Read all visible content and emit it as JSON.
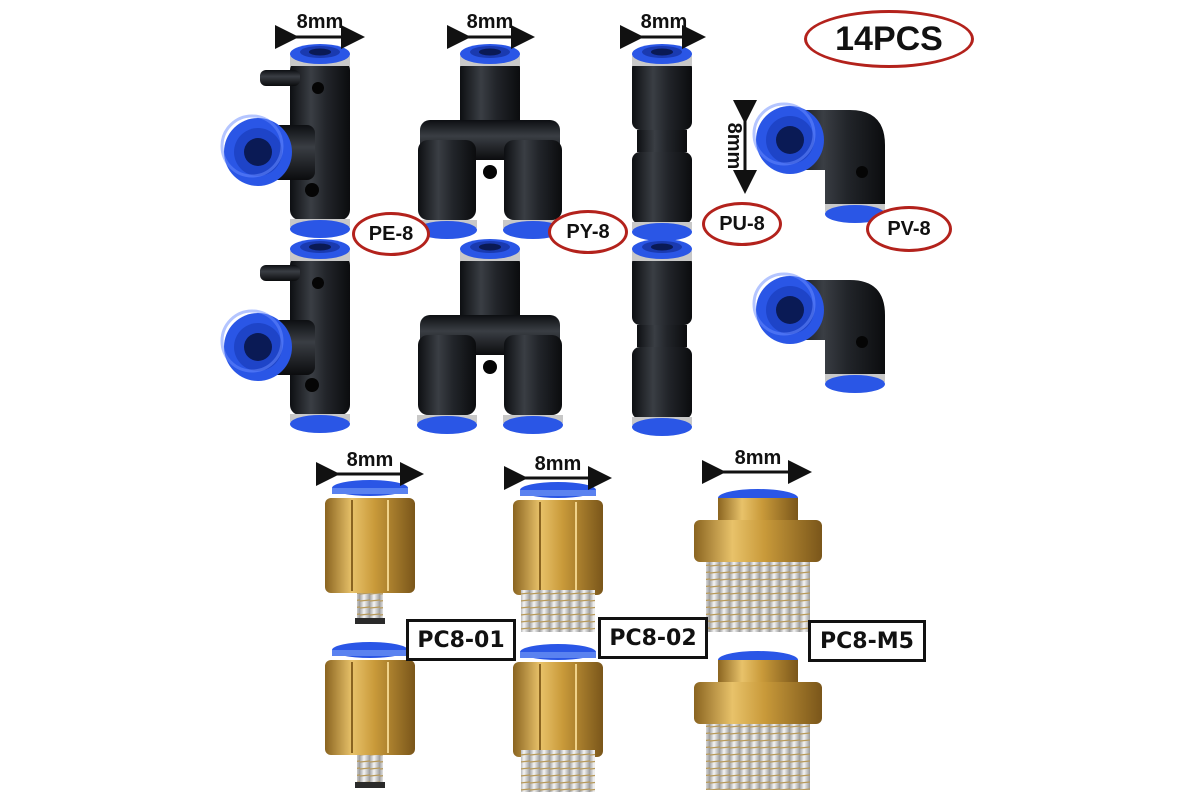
{
  "badge": {
    "text": "14PCS",
    "border_color": "#b3221c"
  },
  "colors": {
    "fitting_body": "#1f2226",
    "collar_blue": "#2a56e6",
    "brass": "#c99a3a",
    "thread_white": "#e8e8e8",
    "label_red": "#b3221c"
  },
  "dimensions": {
    "pe8": "8mm",
    "py8": "8mm",
    "pu8": "8mm",
    "pv8": "8mm",
    "pc8_01": "8mm",
    "pc8_02": "8mm",
    "pc8_m5": "8mm"
  },
  "labels": {
    "pe8": "PE-8",
    "py8": "PY-8",
    "pu8": "PU-8",
    "pv8": "PV-8",
    "pc8_01": "PC8-01",
    "pc8_02": "PC8-02",
    "pc8_m5": "PC8-M5"
  }
}
